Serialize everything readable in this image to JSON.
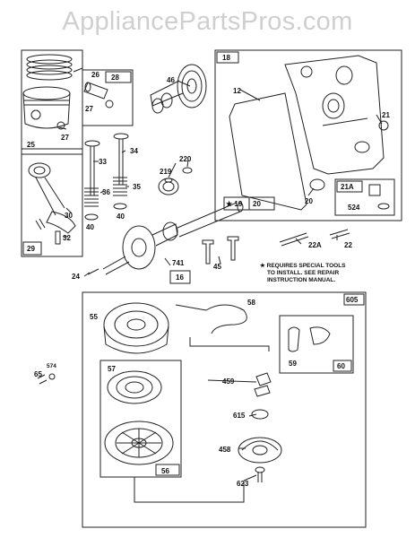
{
  "watermark": "AppliancePartsPros.com",
  "note": [
    "★ REQUIRES SPECIAL TOOLS",
    "TO INSTALL. SEE REPAIR",
    "INSTRUCTION MANUAL."
  ],
  "box_labels": {
    "b25": "25",
    "b28": "28",
    "b29": "29",
    "b18": "18",
    "b16": "16",
    "b19": "★ 19",
    "b20": "20",
    "b21A": "21A",
    "b605": "605",
    "b60": "60",
    "b58": "58"
  },
  "part_labels": {
    "p26": "26",
    "p27a": "27",
    "p27b": "27",
    "p46": "46",
    "p12": "12",
    "p21": "21",
    "p20": "20",
    "p524": "524",
    "p33": "33",
    "p34": "34",
    "p35": "35",
    "p36": "36",
    "p40a": "40",
    "p40b": "40",
    "p219": "219",
    "p220": "220",
    "p30": "30",
    "p32": "32",
    "p741": "741",
    "p24": "24",
    "p45": "45",
    "p22A": "22A",
    "p22": "22",
    "p55": "55",
    "p56": "56",
    "p57": "57",
    "p59": "59",
    "p65": "65",
    "p574": "574",
    "p459": "459",
    "p615": "615",
    "p458": "458",
    "p623": "623"
  }
}
